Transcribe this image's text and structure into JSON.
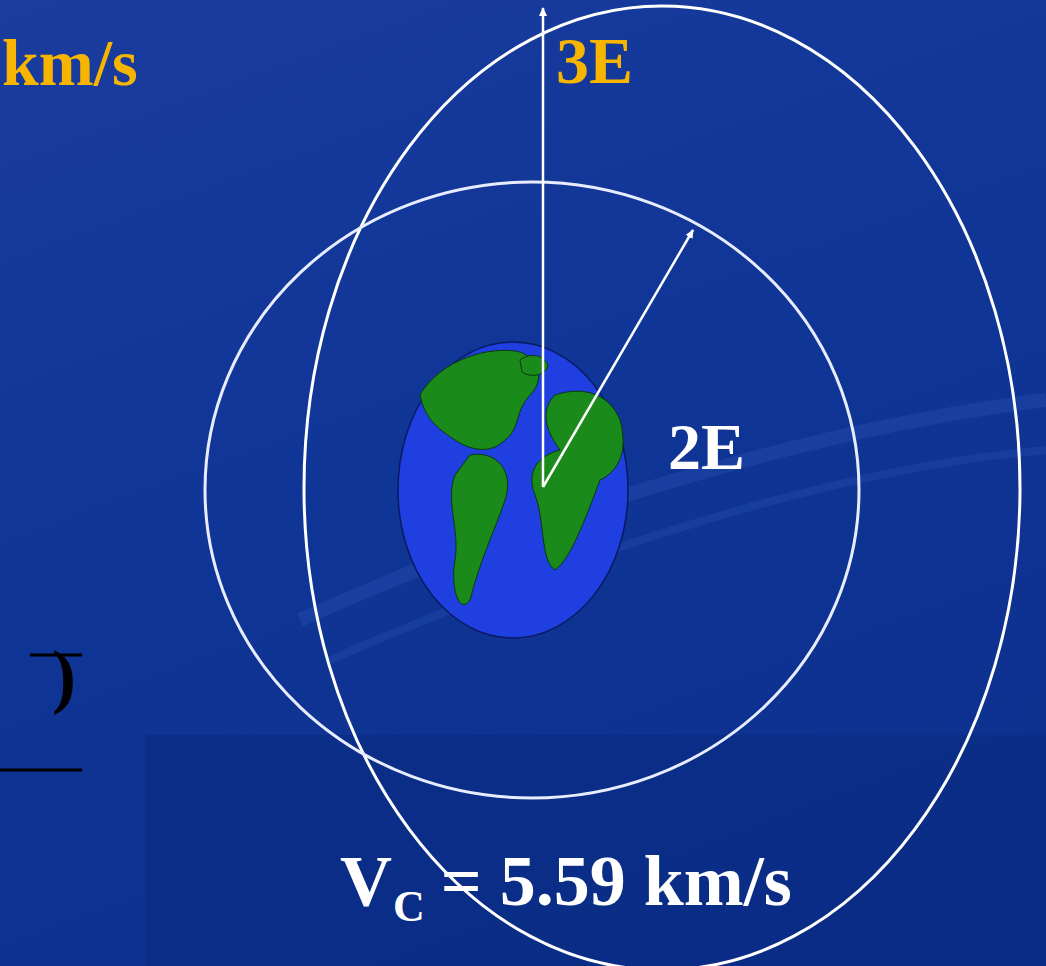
{
  "diagram": {
    "labels": [
      "3E",
      "2E",
      "km/s",
      ")",
      "V",
      "C",
      "= 5.59 km/s"
    ]
  }
}
